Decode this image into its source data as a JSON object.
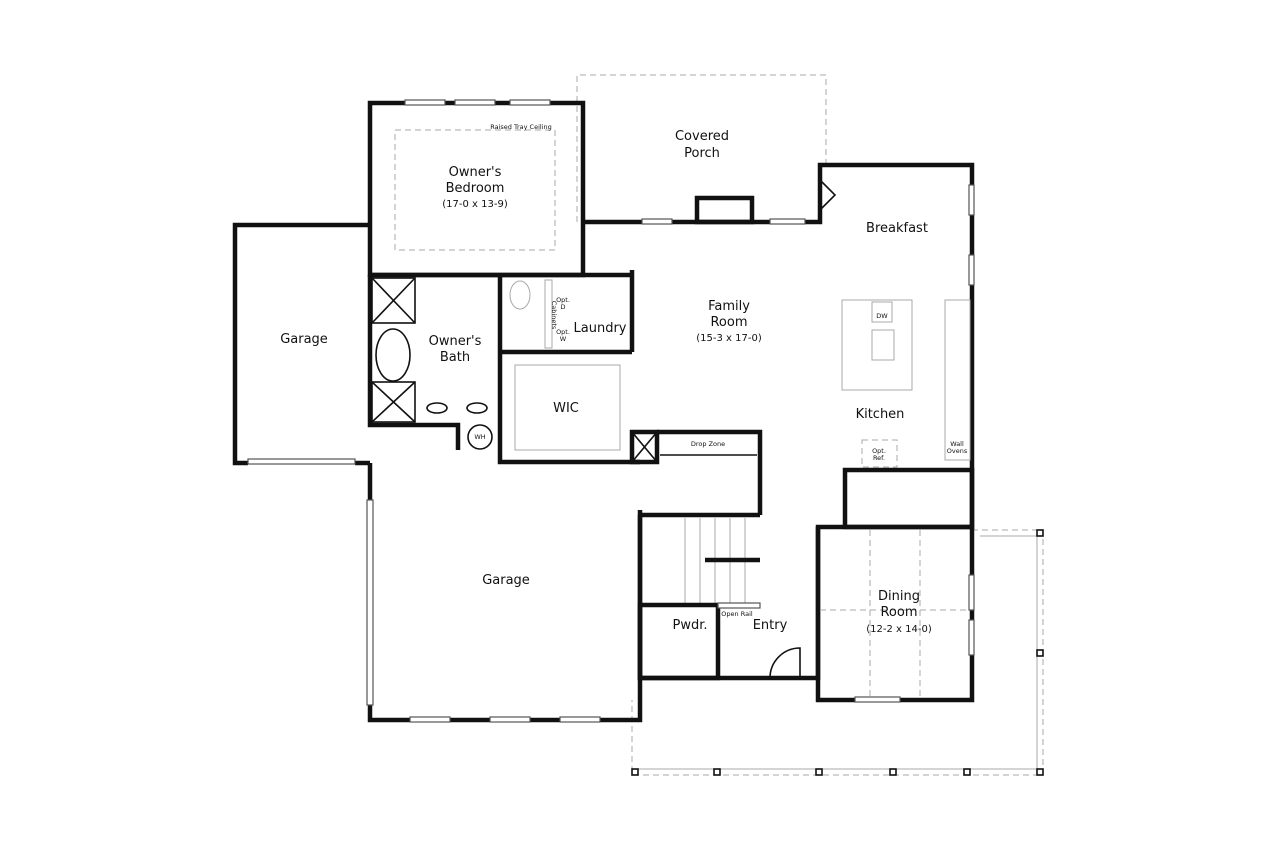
{
  "rooms": {
    "covered_porch": {
      "line1": "Covered",
      "line2": "Porch"
    },
    "owners_bedroom": {
      "line1": "Owner's",
      "line2": "Bedroom",
      "size": "(17-0 x 13-9)",
      "note": "Raised Tray Ceiling"
    },
    "breakfast": {
      "name": "Breakfast"
    },
    "garage_upper": {
      "name": "Garage"
    },
    "owners_bath": {
      "line1": "Owner's",
      "line2": "Bath"
    },
    "laundry": {
      "name": "Laundry",
      "cabinets": "Cabinets",
      "opt_d1": "Opt.",
      "opt_d2": "D",
      "opt_w1": "Opt.",
      "opt_w2": "W"
    },
    "family_room": {
      "line1": "Family",
      "line2": "Room",
      "size": "(15-3 x 17-0)"
    },
    "kitchen": {
      "name": "Kitchen",
      "dw": "DW",
      "wall_ovens1": "Wall",
      "wall_ovens2": "Ovens",
      "opt_ref1": "Opt.",
      "opt_ref2": "Ref."
    },
    "wic": {
      "name": "WIC"
    },
    "wh": {
      "name": "WH"
    },
    "drop_zone": {
      "name": "Drop Zone"
    },
    "garage_main": {
      "name": "Garage"
    },
    "dining_room": {
      "line1": "Dining",
      "line2": "Room",
      "size": "(12-2 x 14-0)"
    },
    "pwdr": {
      "name": "Pwdr."
    },
    "entry": {
      "name": "Entry"
    },
    "open_rail": {
      "name": "Open Rail"
    }
  }
}
